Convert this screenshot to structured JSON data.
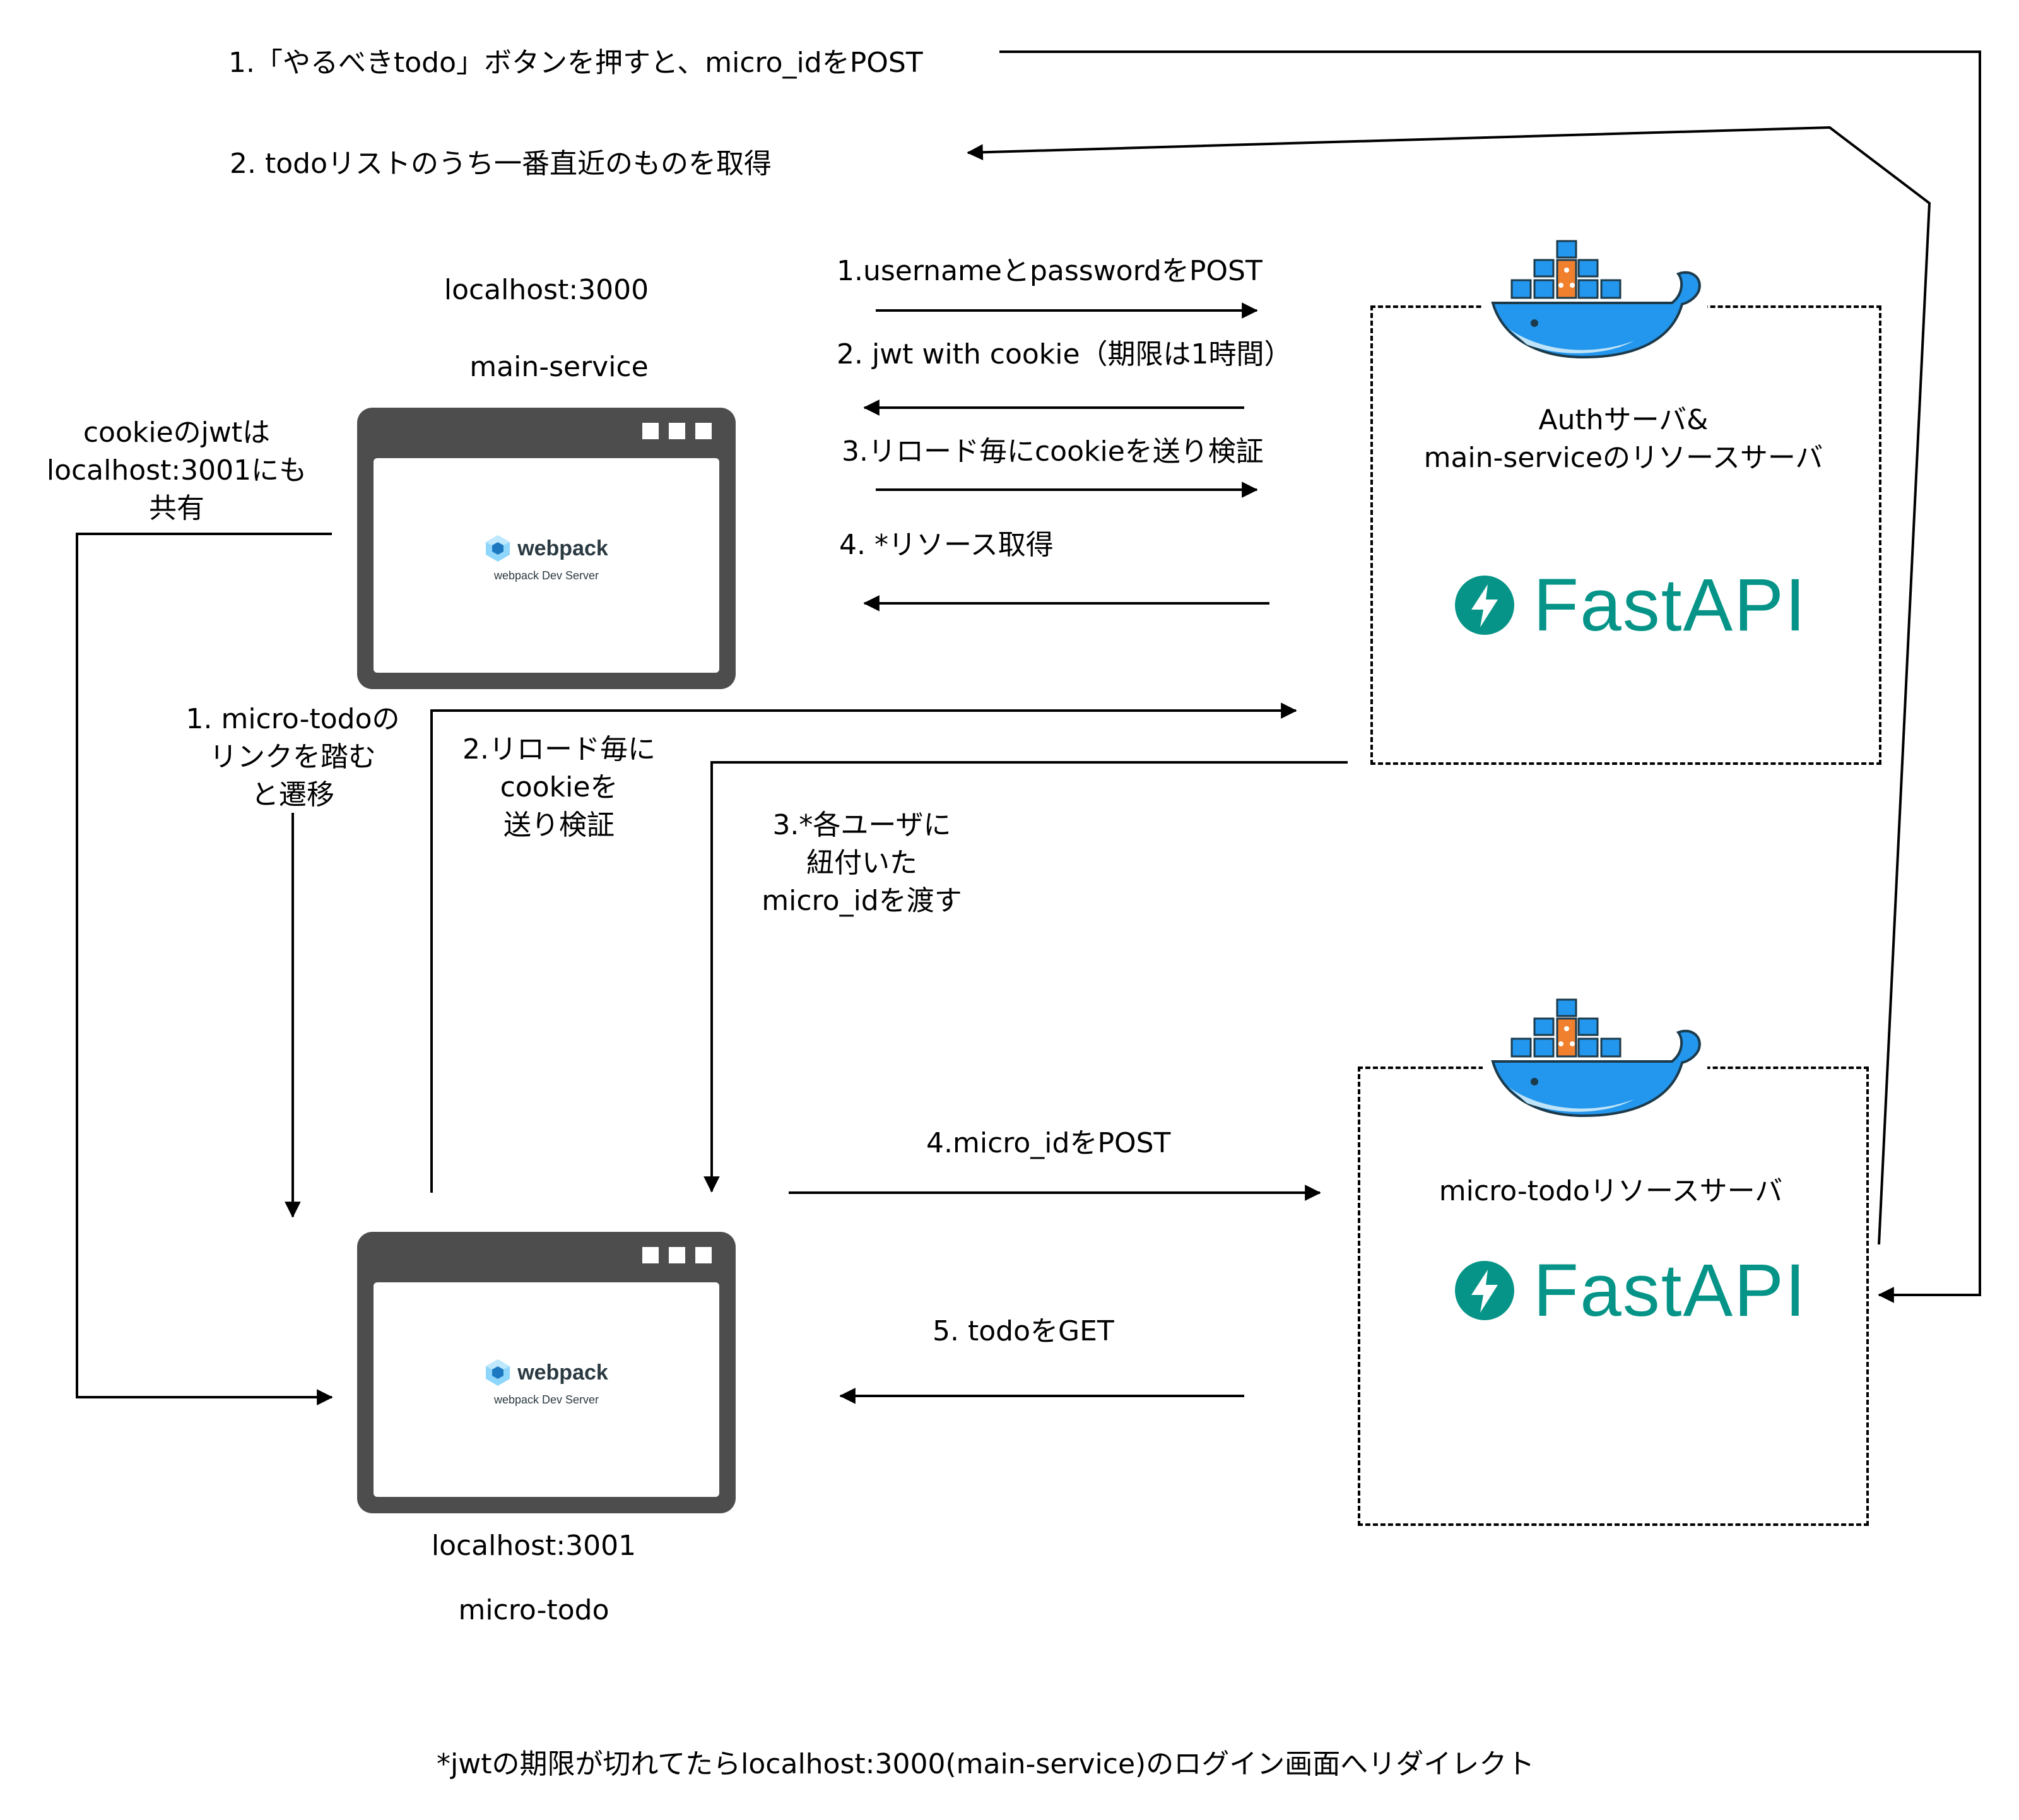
{
  "top_flow": {
    "step1": "1.「やるべきtodo」ボタンを押すと、micro_idをPOST",
    "step2": "2. todoリストのうち一番直近のものを取得"
  },
  "main_service": {
    "host": "localhost:3000",
    "name": "main-service",
    "app_title": "webpack",
    "app_subtitle": "webpack Dev Server"
  },
  "micro_todo": {
    "host": "localhost:3001",
    "name": "micro-todo",
    "app_title": "webpack",
    "app_subtitle": "webpack Dev Server"
  },
  "cookie_note": [
    "cookieのjwtは",
    "localhost:3001にも",
    "共有"
  ],
  "auth_flow": {
    "step1": "1.usernameとpasswordをPOST",
    "step2": "2. jwt with cookie（期限は1時間）",
    "step3": "3.リロード毎にcookieを送り検証",
    "step4": "4. *リソース取得"
  },
  "link_note": [
    "1. micro-todoの",
    "リンクを踏む",
    "と遷移"
  ],
  "reload_note": [
    "2.リロード毎に",
    "cookieを",
    "送り検証"
  ],
  "micro_id_note": [
    "3.*各ユーザに",
    "紐付いた",
    "micro_idを渡す"
  ],
  "micro_flow": {
    "step4": "4.micro_idをPOST",
    "step5": "5. todoをGET"
  },
  "auth_server": {
    "title_lines": [
      "Authサーバ&",
      "main-serviceのリソースサーバ"
    ],
    "logo_text": "FastAPI",
    "container_icon": "docker-whale-icon"
  },
  "todo_server": {
    "title": "micro-todoリソースサーバ",
    "logo_text": "FastAPI",
    "container_icon": "docker-whale-icon"
  },
  "footnote": "*jwtの期限が切れてたらlocalhost:3000(main-service)のログイン画面へリダイレクト",
  "colors": {
    "fastapi": "#059487",
    "docker_blue": "#2396ED",
    "docker_dark": "#1B3A4B",
    "docker_orange": "#F0802E",
    "browser": "#4D4D4D"
  }
}
